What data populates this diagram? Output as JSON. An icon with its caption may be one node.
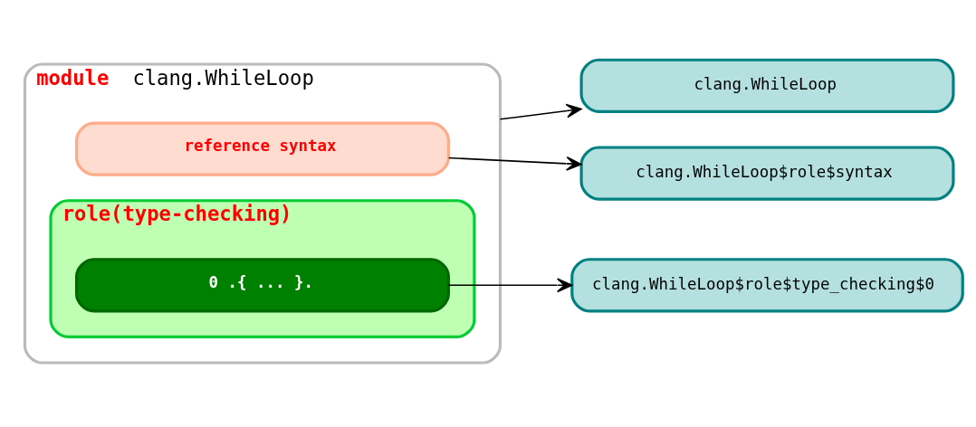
{
  "diagram": {
    "nodes": [
      {
        "text": [
          "module",
          "clang.WhileLoop"
        ]
      },
      {
        "text": [
          "reference syntax"
        ],
        "in": 0
      },
      {
        "text": [
          "role(type-checking)"
        ],
        "in": 0
      },
      {
        "text": [
          "0 .{ ... }."
        ],
        "in": 2
      },
      {
        "text": [
          "clang.WhileLoop"
        ]
      },
      {
        "text": [
          "clang.WhileLoop$role$syntax"
        ]
      },
      {
        "text": [
          "clang.WhileLoop$role$type_checking$0"
        ]
      }
    ],
    "edges": [
      {
        "from": 0,
        "to": 4,
        "arrow": "to"
      },
      {
        "from": 1,
        "to": 5,
        "arrow": "to"
      },
      {
        "from": 3,
        "to": 6,
        "arrow": "to"
      }
    ]
  }
}
